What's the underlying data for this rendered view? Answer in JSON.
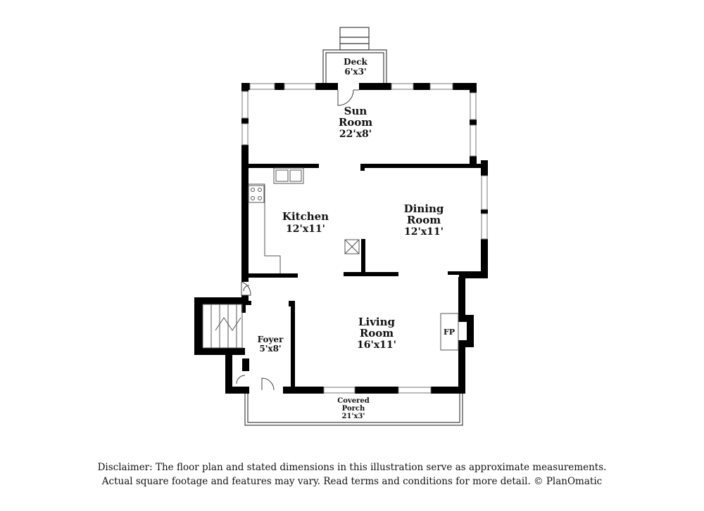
{
  "rooms": {
    "deck": {
      "name": "Deck",
      "dims": "6'x3'"
    },
    "sun_room": {
      "name_line1": "Sun",
      "name_line2": "Room",
      "dims": "22'x8'"
    },
    "kitchen": {
      "name": "Kitchen",
      "dims": "12'x11'"
    },
    "dining_room": {
      "name_line1": "Dining",
      "name_line2": "Room",
      "dims": "12'x11'"
    },
    "living_room": {
      "name_line1": "Living",
      "name_line2": "Room",
      "dims": "16'x11'"
    },
    "foyer": {
      "name": "Foyer",
      "dims": "5'x8'"
    },
    "covered_porch": {
      "name_line1": "Covered",
      "name_line2": "Porch",
      "dims": "21'x3'"
    }
  },
  "fireplace_label": "FP",
  "disclaimer": {
    "line1": "Disclaimer: The floor plan and stated dimensions in this illustration serve as approximate measurements.",
    "line2": "Actual square footage and features may vary. Read terms and conditions for more detail. © PlanOmatic"
  },
  "colors": {
    "wall": "#000000",
    "line": "#444444",
    "window": "#999999",
    "background": "#ffffff"
  }
}
